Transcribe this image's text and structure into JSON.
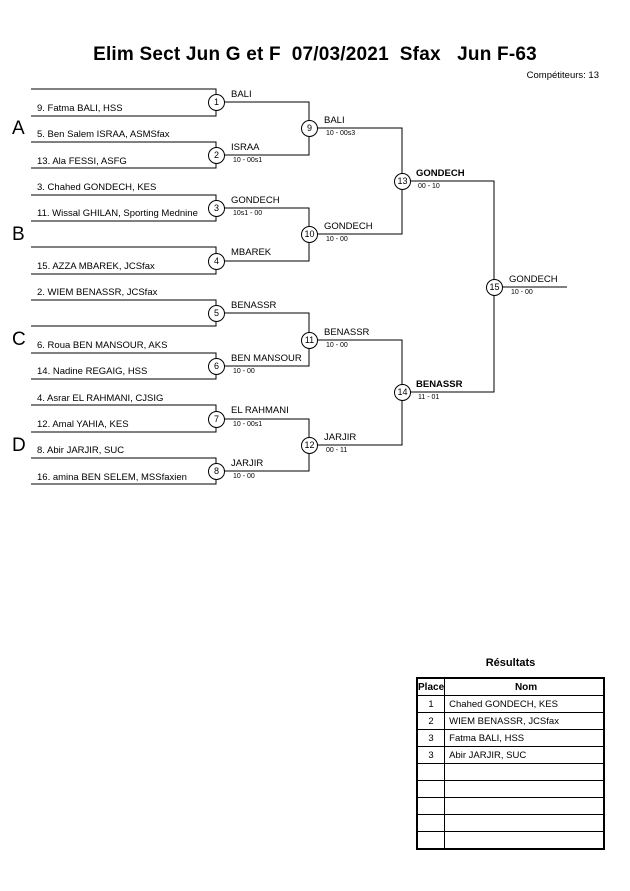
{
  "header": {
    "title": "Elim Sect Jun G et F  07/03/2021  Sfax   Jun F-63",
    "competitors": "Compétiteurs: 13"
  },
  "pools": [
    "A",
    "B",
    "C",
    "D"
  ],
  "entrants": [
    "",
    "9. Fatma BALI, HSS",
    "5. Ben Salem ISRAA, ASMSfax",
    "13. Ala FESSI, ASFG",
    "3. Chahed GONDECH, KES",
    "11. Wissal GHILAN, Sporting Mednine",
    "",
    "15. AZZA MBAREK, JCSfax",
    "2. WIEM BENASSR, JCSfax",
    "",
    "6. Roua BEN MANSOUR, AKS",
    "14. Nadine REGAIG, HSS",
    "4. Asrar EL RAHMANI, CJSIG",
    "12. Amal YAHIA, KES",
    "8. Abir JARJIR, SUC",
    "16. amina BEN SELEM, MSSfaxien"
  ],
  "matches": [
    {
      "num": "1",
      "winner": "BALI",
      "score": ""
    },
    {
      "num": "2",
      "winner": "ISRAA",
      "score": "10 - 00s1"
    },
    {
      "num": "3",
      "winner": "GONDECH",
      "score": "10s1 - 00"
    },
    {
      "num": "4",
      "winner": "MBAREK",
      "score": ""
    },
    {
      "num": "5",
      "winner": "BENASSR",
      "score": ""
    },
    {
      "num": "6",
      "winner": "BEN MANSOUR",
      "score": "10 - 00"
    },
    {
      "num": "7",
      "winner": "EL RAHMANI",
      "score": "10 - 00s1"
    },
    {
      "num": "8",
      "winner": "JARJIR",
      "score": "10 - 00"
    },
    {
      "num": "9",
      "winner": "BALI",
      "score": "10 - 00s3"
    },
    {
      "num": "10",
      "winner": "GONDECH",
      "score": "10 - 00"
    },
    {
      "num": "11",
      "winner": "BENASSR",
      "score": "10 - 00"
    },
    {
      "num": "12",
      "winner": "JARJIR",
      "score": "00 - 11"
    },
    {
      "num": "13",
      "winner": "GONDECH",
      "score": "00 - 10"
    },
    {
      "num": "14",
      "winner": "BENASSR",
      "score": "11 - 01"
    },
    {
      "num": "15",
      "winner": "GONDECH",
      "score": "10 - 00"
    }
  ],
  "results": {
    "title": "Résultats",
    "col_place": "Place",
    "col_name": "Nom",
    "rows": [
      {
        "place": "1",
        "name": "Chahed GONDECH, KES"
      },
      {
        "place": "2",
        "name": "WIEM BENASSR, JCSfax"
      },
      {
        "place": "3",
        "name": "Fatma BALI, HSS"
      },
      {
        "place": "3",
        "name": "Abir JARJIR, SUC"
      },
      {
        "place": "",
        "name": ""
      },
      {
        "place": "",
        "name": ""
      },
      {
        "place": "",
        "name": ""
      },
      {
        "place": "",
        "name": ""
      },
      {
        "place": "",
        "name": ""
      }
    ]
  }
}
